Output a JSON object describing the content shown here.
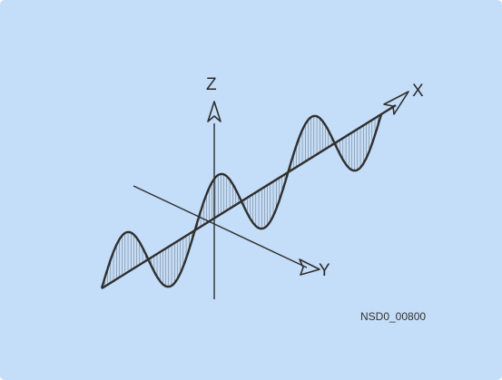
{
  "labels": {
    "z": "Z",
    "x": "X",
    "y": "Y"
  },
  "figure_code": "NSD0_00800",
  "colors": {
    "background": "#c4ddf8",
    "line": "#2f2f2f"
  }
}
